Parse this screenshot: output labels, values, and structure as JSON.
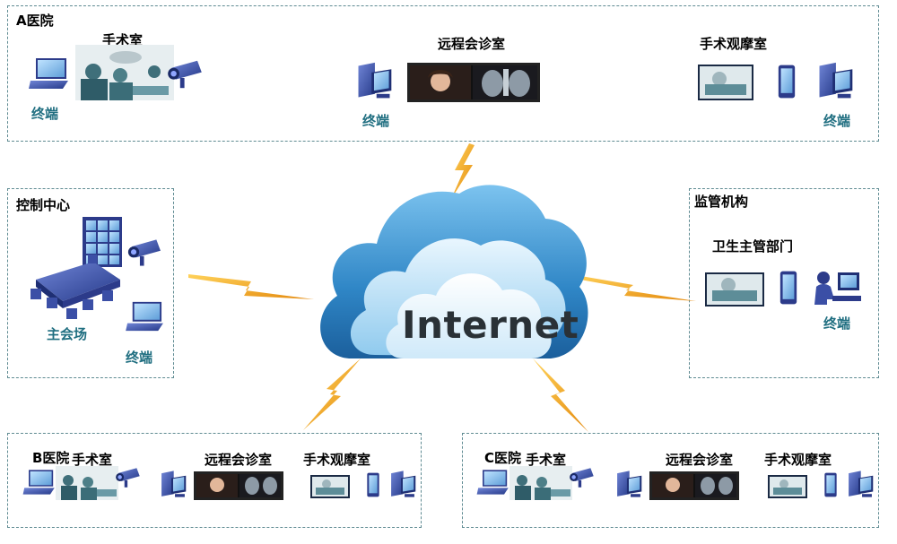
{
  "cloud": {
    "label": "Internet"
  },
  "hospital_a": {
    "title": "A医院",
    "or_label": "手术室",
    "consult_label": "远程会诊室",
    "observe_label": "手术观摩室",
    "terminal_left": "终端",
    "terminal_mid": "终端",
    "terminal_right": "终端"
  },
  "control_center": {
    "title": "控制中心",
    "main_venue": "主会场",
    "terminal": "终端"
  },
  "supervision": {
    "title": "监管机构",
    "dept": "卫生主管部门",
    "terminal": "终端"
  },
  "hospital_b": {
    "title": "B医院",
    "or_label": "手术室",
    "consult_label": "远程会诊室",
    "observe_label": "手术观摩室"
  },
  "hospital_c": {
    "title": "C医院",
    "or_label": "手术室",
    "consult_label": "远程会诊室",
    "observe_label": "手术观摩室"
  },
  "colors": {
    "cloud_dark": "#2f86c6",
    "cloud_light": "#bfe4f8",
    "lightning": "#f2a71b",
    "panel_border": "#5f8b92",
    "device_blue": "#3b4fa6"
  }
}
